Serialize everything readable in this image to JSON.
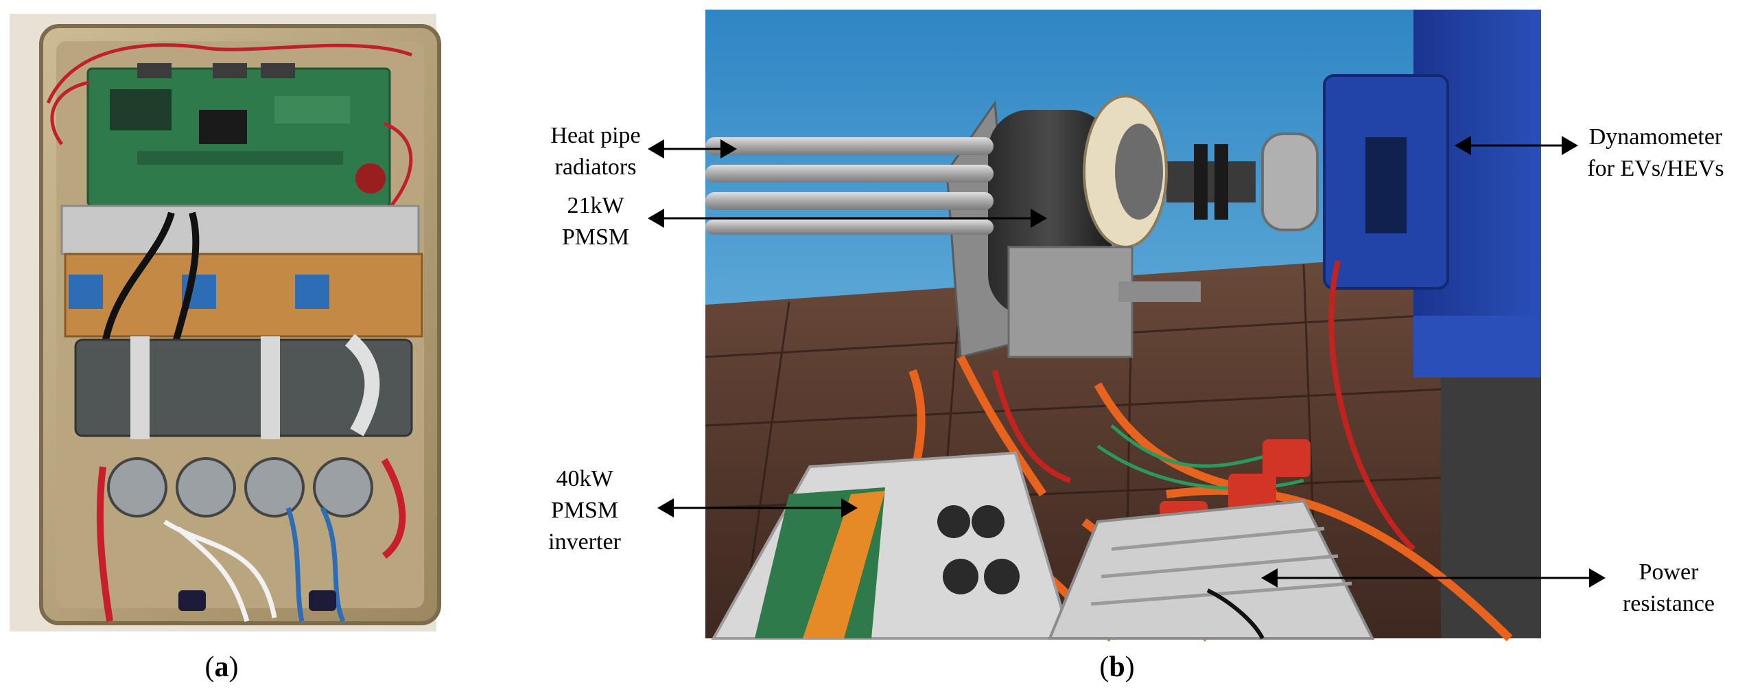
{
  "panel_a": {
    "caption_open": "(",
    "caption_letter": "a",
    "caption_close": ")"
  },
  "panel_b": {
    "caption_open": "(",
    "caption_letter": "b",
    "caption_close": ")",
    "labels": {
      "heat_pipe_line1": "Heat pipe",
      "heat_pipe_line2": "radiators",
      "pmsm21_line1": "21kW",
      "pmsm21_line2": "PMSM",
      "inverter_line1": "40kW",
      "inverter_line2": "PMSM",
      "inverter_line3": "inverter",
      "dyno_line1": "Dynamometer",
      "dyno_line2": "for EVs/HEVs",
      "power_line1": "Power",
      "power_line2": "resistance"
    }
  },
  "colors": {
    "backdrop_blue": "#3d8fc6",
    "floor_brown": "#5a3a2c",
    "dyno_blue": "#1f3f9e",
    "cable_orange": "#e8641e",
    "pcb_green": "#2f7a4a",
    "enclosure_gold": "#b7a27a"
  }
}
